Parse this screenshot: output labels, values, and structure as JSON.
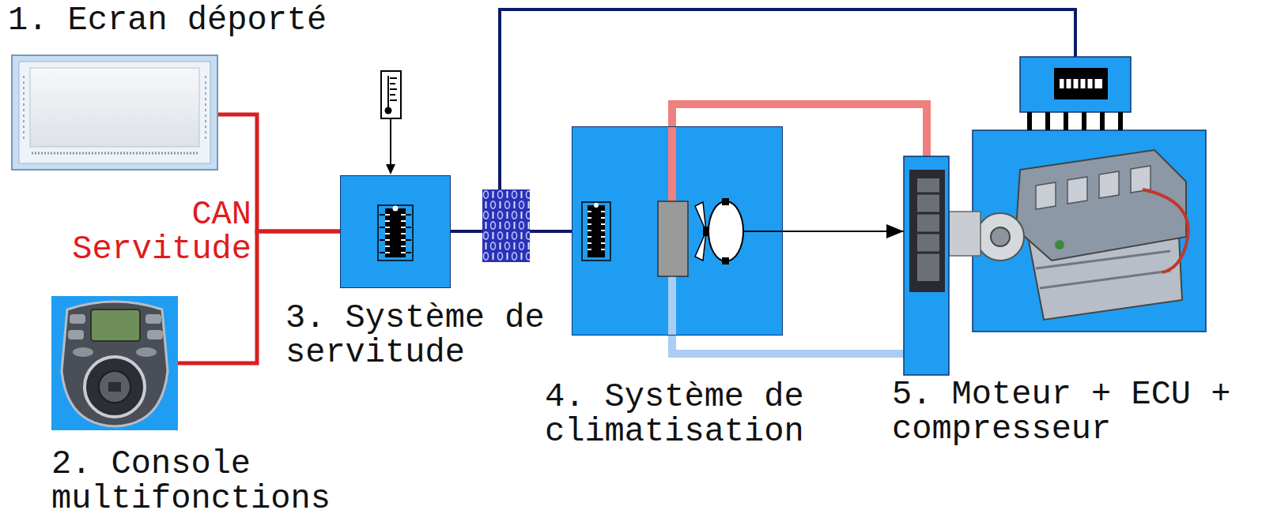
{
  "diagram": {
    "nodes": [
      {
        "text": [
          "1. Ecran déporté"
        ]
      },
      {
        "text": [
          "2. Console multifonctions"
        ]
      },
      {
        "text": [
          "3. Système de servitude"
        ]
      },
      {
        "text": [
          "4. Système de climatisation"
        ]
      },
      {
        "text": [
          "5. Moteur + ECU + compresseur"
        ]
      }
    ],
    "edges": [
      {
        "from": 0,
        "to": 2,
        "arrow": "none"
      },
      {
        "from": 1,
        "to": 2,
        "arrow": "none"
      },
      {
        "from": 2,
        "to": 3,
        "arrow": "none"
      },
      {
        "from": 2,
        "to": 4,
        "arrow": "none"
      },
      {
        "from": 3,
        "to": 4,
        "arrow": "to"
      },
      {
        "from": 3,
        "to": 4,
        "arrow": "none"
      },
      {
        "from": 3,
        "to": 4,
        "arrow": "none"
      }
    ],
    "labels": [
      "CAN Servitude"
    ]
  }
}
